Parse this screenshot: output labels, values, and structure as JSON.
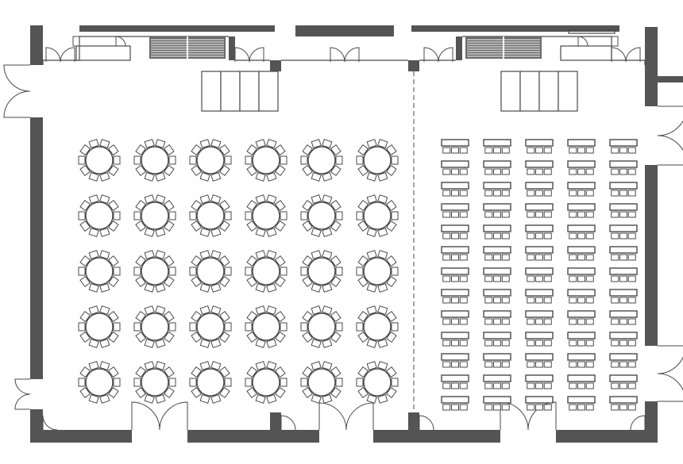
{
  "floor_plan": {
    "room_a": {
      "setup": "banquet-rounds",
      "rows": 5,
      "columns": 6,
      "chairs_per_table": 10
    },
    "room_b": {
      "setup": "classroom",
      "rows": 13,
      "columns": 5,
      "chairs_per_table": 3
    },
    "stages": [
      {
        "room": "room_a",
        "panels": 4
      },
      {
        "room": "room_b",
        "panels": 4
      }
    ],
    "colors": {
      "wall": "#545454",
      "line": "#4a4a4a",
      "background": "#ffffff"
    }
  }
}
